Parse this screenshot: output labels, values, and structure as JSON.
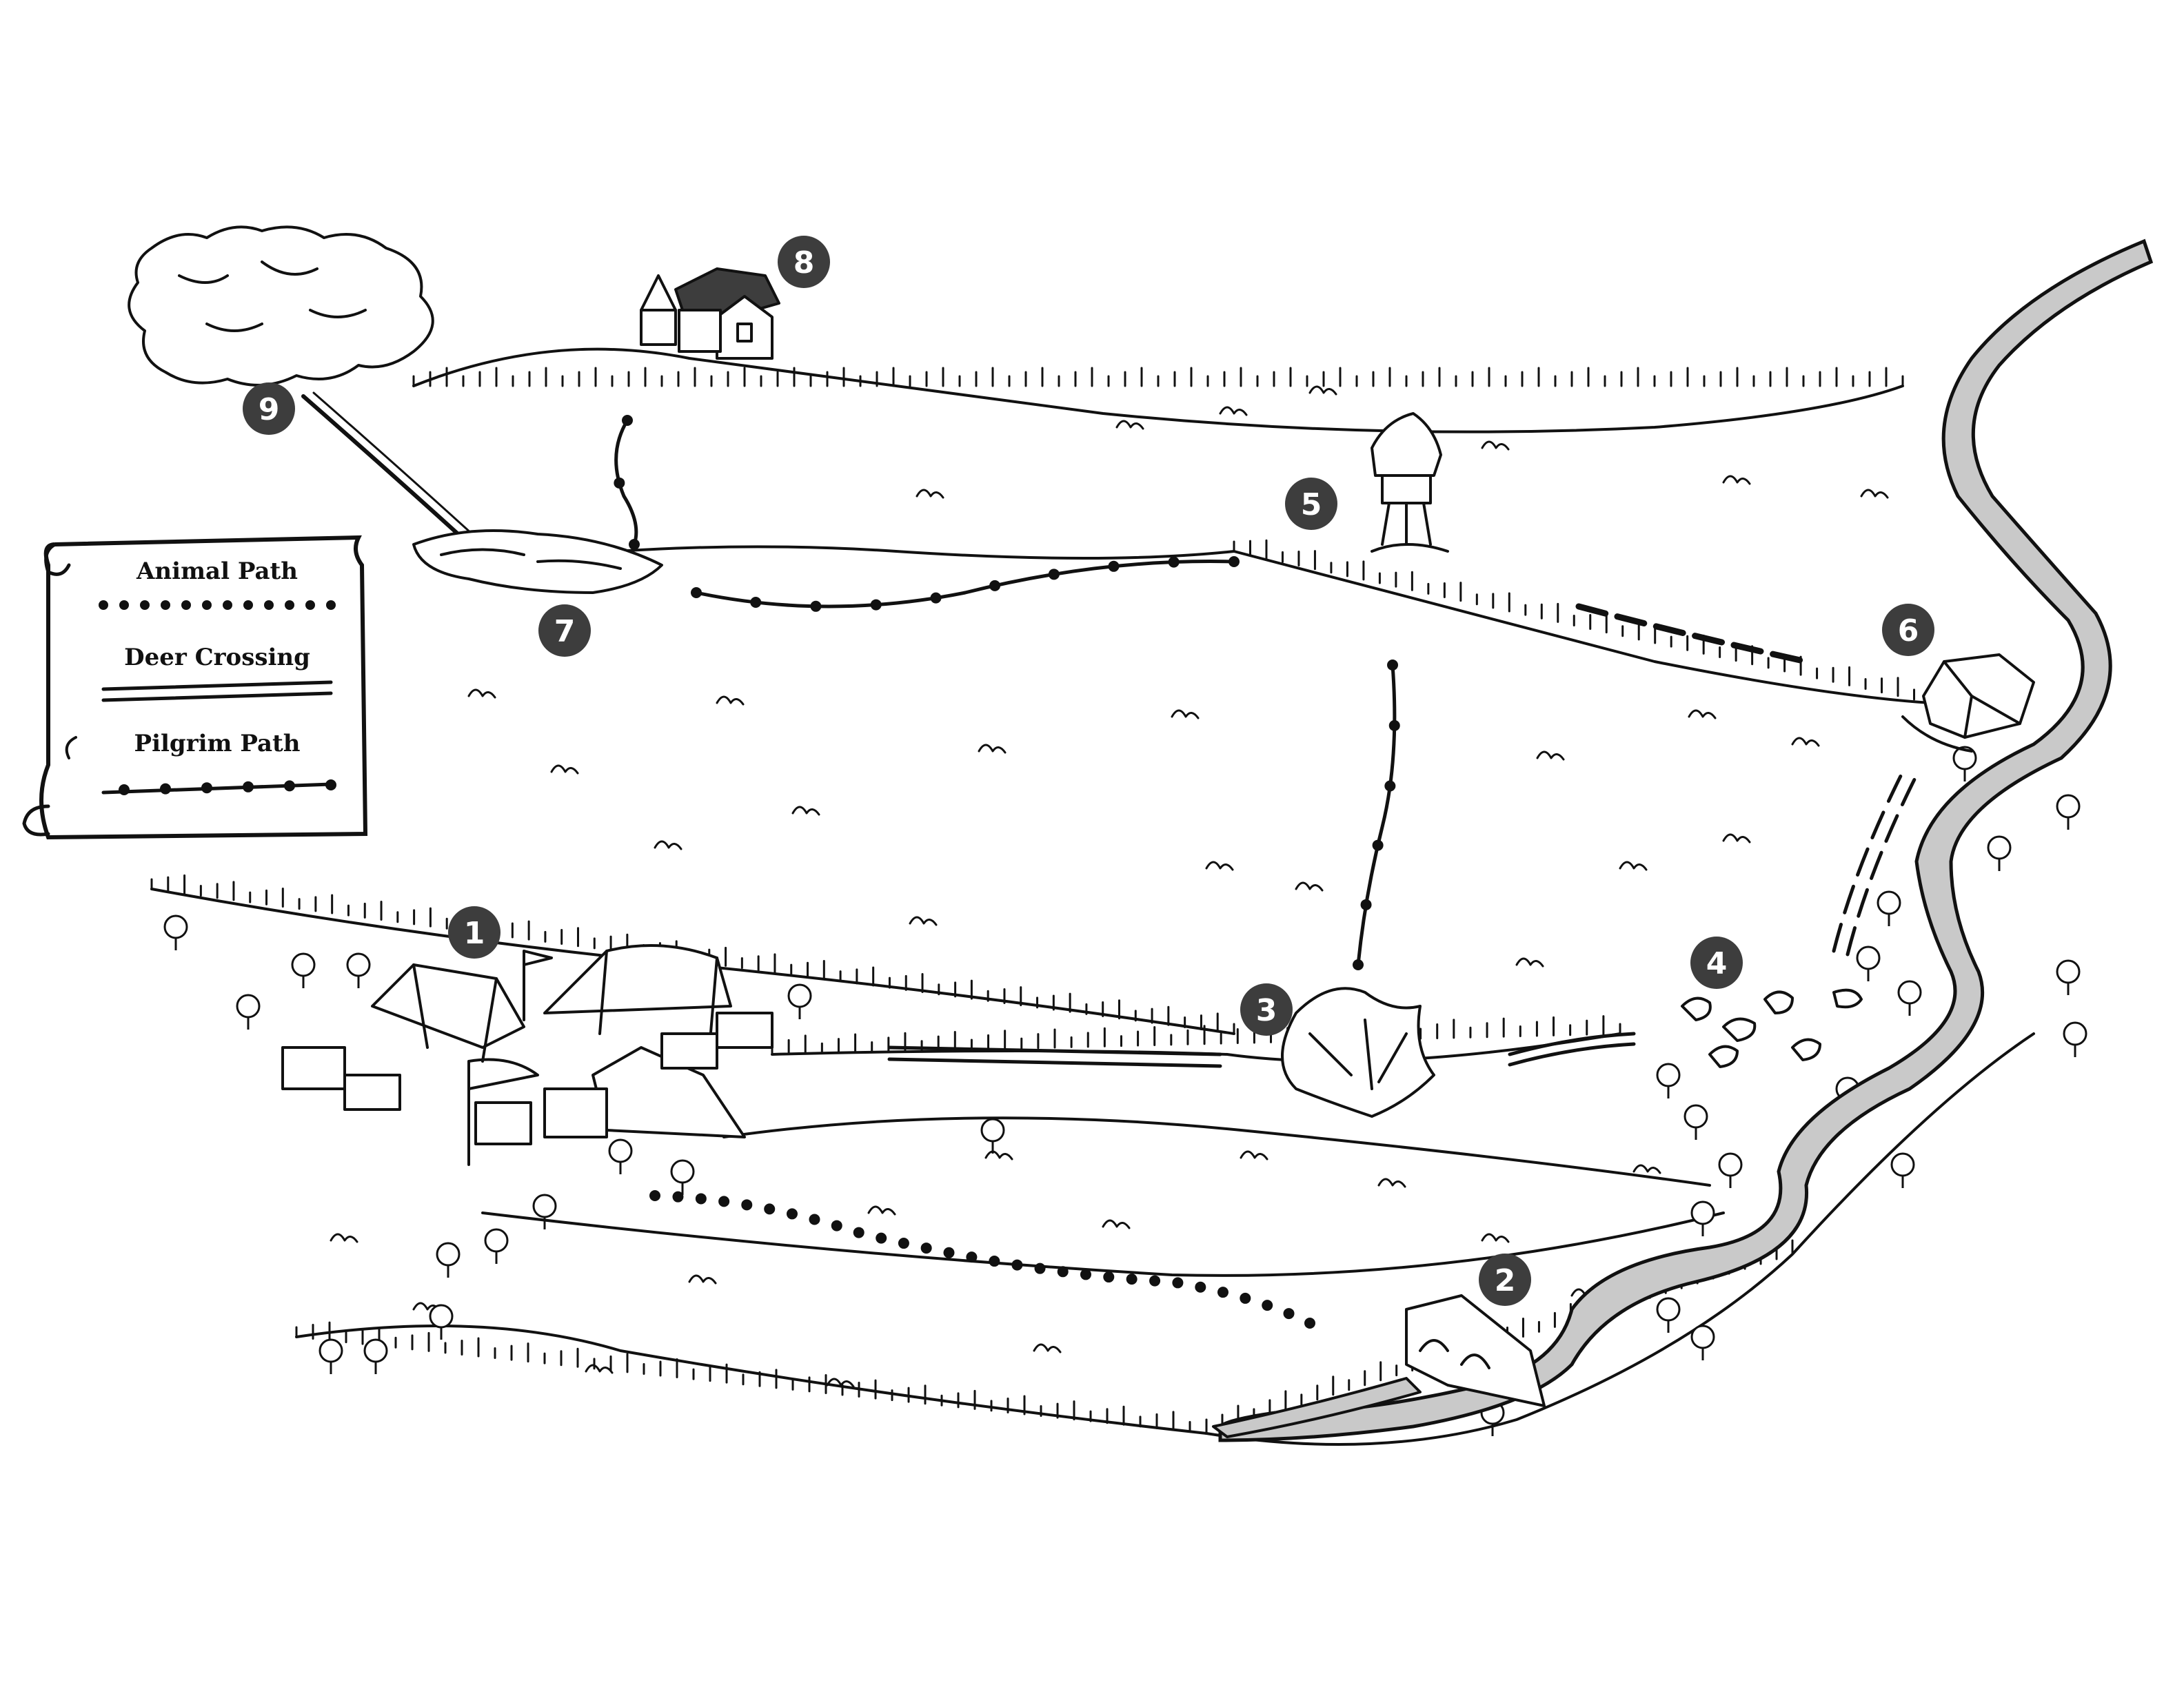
{
  "legend": {
    "animal_path": "Animal Path",
    "deer_crossing": "Deer Crossing",
    "pilgrim_path": "Pilgrim Path"
  },
  "markers": [
    {
      "id": "1",
      "label": "1"
    },
    {
      "id": "2",
      "label": "2"
    },
    {
      "id": "3",
      "label": "3"
    },
    {
      "id": "4",
      "label": "4"
    },
    {
      "id": "5",
      "label": "5"
    },
    {
      "id": "6",
      "label": "6"
    },
    {
      "id": "7",
      "label": "7"
    },
    {
      "id": "8",
      "label": "8"
    },
    {
      "id": "9",
      "label": "9"
    }
  ],
  "colors": {
    "ink": "#111111",
    "marker_fill": "#3d3d3d",
    "river_fill": "#c9c9c9",
    "parchment": "#ffffff"
  }
}
